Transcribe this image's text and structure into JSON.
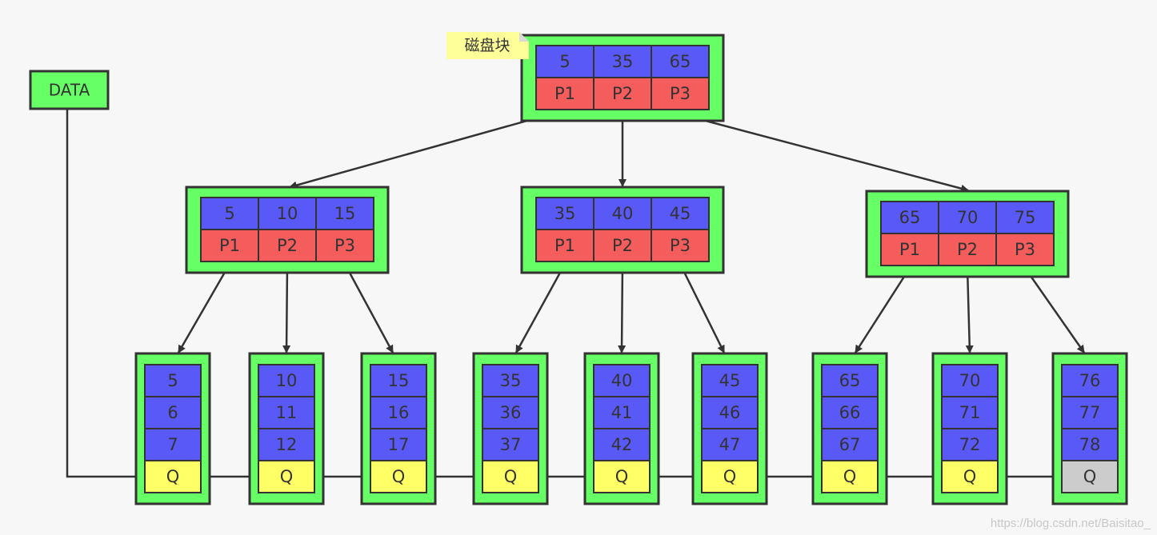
{
  "note": {
    "label": "磁盘块"
  },
  "data_label": "DATA",
  "colors": {
    "node_fill": "#66ff66",
    "key_fill": "#5959f8",
    "pointer_fill": "#f55d5d",
    "leaf_pointer_fill": "#ffff66",
    "last_pointer_fill": "#cccccc",
    "note_fill": "#ffff99",
    "border": "#333333"
  },
  "root": {
    "keys": [
      "5",
      "35",
      "65"
    ],
    "pointers": [
      "P1",
      "P2",
      "P3"
    ]
  },
  "internal": [
    {
      "keys": [
        "5",
        "10",
        "15"
      ],
      "pointers": [
        "P1",
        "P2",
        "P3"
      ]
    },
    {
      "keys": [
        "35",
        "40",
        "45"
      ],
      "pointers": [
        "P1",
        "P2",
        "P3"
      ]
    },
    {
      "keys": [
        "65",
        "70",
        "75"
      ],
      "pointers": [
        "P1",
        "P2",
        "P3"
      ]
    }
  ],
  "leaves": [
    {
      "keys": [
        "5",
        "6",
        "7"
      ],
      "pointer": "Q"
    },
    {
      "keys": [
        "10",
        "11",
        "12"
      ],
      "pointer": "Q"
    },
    {
      "keys": [
        "15",
        "16",
        "17"
      ],
      "pointer": "Q"
    },
    {
      "keys": [
        "35",
        "36",
        "37"
      ],
      "pointer": "Q"
    },
    {
      "keys": [
        "40",
        "41",
        "42"
      ],
      "pointer": "Q"
    },
    {
      "keys": [
        "45",
        "46",
        "47"
      ],
      "pointer": "Q"
    },
    {
      "keys": [
        "65",
        "66",
        "67"
      ],
      "pointer": "Q"
    },
    {
      "keys": [
        "70",
        "71",
        "72"
      ],
      "pointer": "Q"
    },
    {
      "keys": [
        "76",
        "77",
        "78"
      ],
      "pointer": "Q"
    }
  ],
  "watermark": "https://blog.csdn.net/Baisitao_"
}
